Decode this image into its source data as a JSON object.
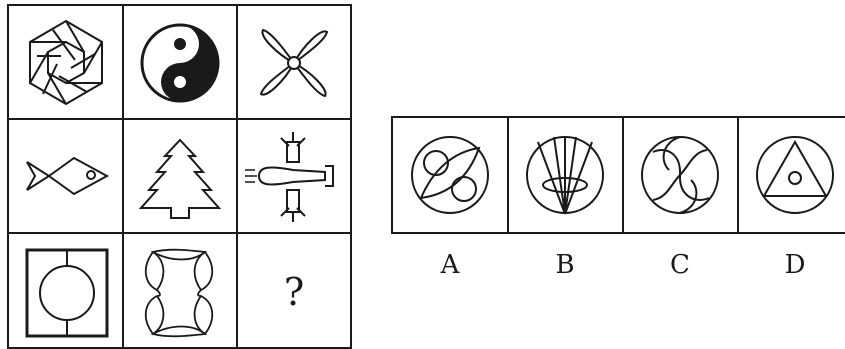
{
  "puzzle": {
    "missing_cell_symbol": "?",
    "cells": [
      {
        "row": 1,
        "col": 1,
        "icon": "pinwheel-hexagon-icon"
      },
      {
        "row": 1,
        "col": 2,
        "icon": "yin-yang-icon"
      },
      {
        "row": 1,
        "col": 3,
        "icon": "propeller-icon"
      },
      {
        "row": 2,
        "col": 1,
        "icon": "fish-icon"
      },
      {
        "row": 2,
        "col": 2,
        "icon": "pine-tree-icon"
      },
      {
        "row": 2,
        "col": 3,
        "icon": "airplane-icon"
      },
      {
        "row": 3,
        "col": 1,
        "icon": "circle-in-square-icon"
      },
      {
        "row": 3,
        "col": 2,
        "icon": "leaf-frame-icon"
      },
      {
        "row": 3,
        "col": 3,
        "icon": "question-mark"
      }
    ]
  },
  "options": [
    {
      "label": "A",
      "icon": "circle-lens-two-circles-icon"
    },
    {
      "label": "B",
      "icon": "circle-fan-ellipse-icon"
    },
    {
      "label": "C",
      "icon": "circle-swirl-icon"
    },
    {
      "label": "D",
      "icon": "circle-triangle-icon"
    }
  ],
  "colors": {
    "stroke": "#1a1a1a",
    "background": "#ffffff"
  }
}
